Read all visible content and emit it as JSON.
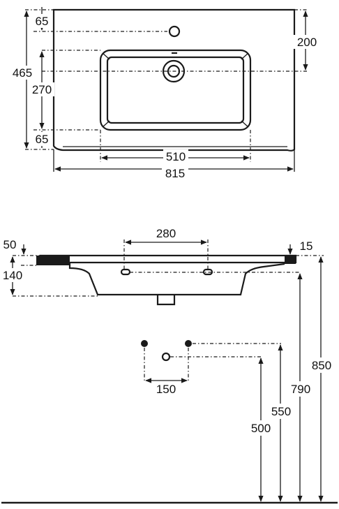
{
  "top_view": {
    "dims": {
      "d65_top": "65",
      "d465": "465",
      "d270": "270",
      "d65_bottom": "65",
      "d200": "200",
      "d510": "510",
      "d815": "815"
    }
  },
  "side_view": {
    "dims": {
      "d280": "280",
      "d50": "50",
      "d140": "140",
      "d15": "15",
      "d150": "150",
      "d850": "850",
      "d790": "790",
      "d550": "550",
      "d500": "500"
    }
  }
}
